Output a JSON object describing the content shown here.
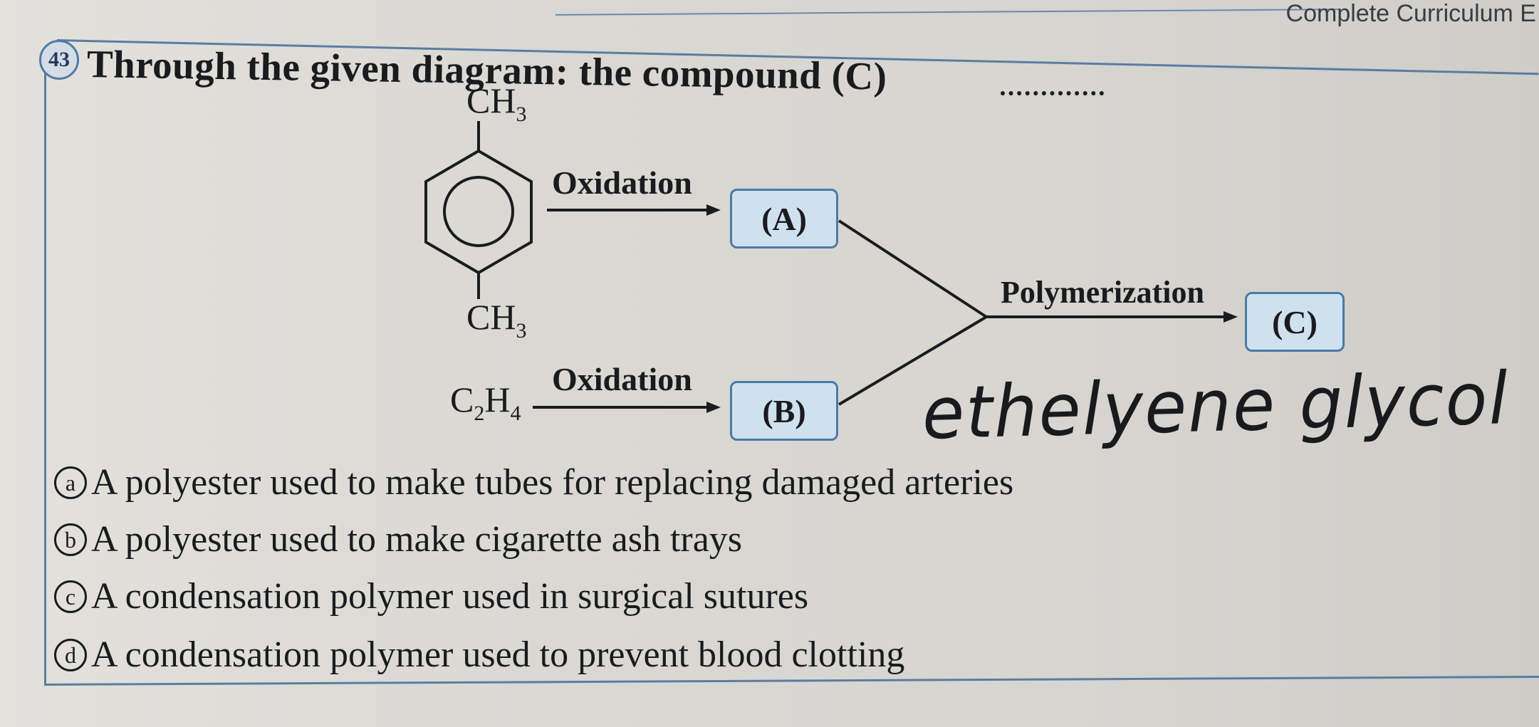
{
  "header": {
    "label": "Complete Curriculum E"
  },
  "question": {
    "number": "43",
    "text": "Through the given diagram: the compound (C)"
  },
  "diagram": {
    "top_substituent": "CH",
    "top_substituent_sub": "3",
    "bottom_substituent": "CH",
    "bottom_substituent_sub": "3",
    "reactant2_C": "C",
    "reactant2_C_sub": "2",
    "reactant2_H": "H",
    "reactant2_H_sub": "4",
    "arrow1_label": "Oxidation",
    "arrow2_label": "Oxidation",
    "arrow3_label": "Polymerization",
    "box_a": "(A)",
    "box_b": "(B)",
    "box_c": "(C)",
    "handwritten_note": "ethelyene glycol"
  },
  "options": [
    {
      "letter": "a",
      "text": "A polyester used to make tubes for replacing damaged arteries"
    },
    {
      "letter": "b",
      "text": "A polyester used to make cigarette ash trays"
    },
    {
      "letter": "c",
      "text": "A condensation polymer used in surgical sutures"
    },
    {
      "letter": "d",
      "text": "A condensation polymer used to prevent blood clotting"
    }
  ],
  "colors": {
    "frame": "#5a7da0",
    "box_fill": "#cfe1ee",
    "box_border": "#4a7ba6",
    "ink": "#1b1b1f"
  }
}
